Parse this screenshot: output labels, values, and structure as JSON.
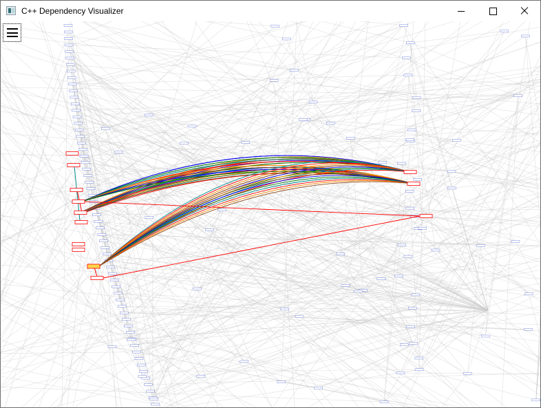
{
  "window": {
    "title": "C++ Dependency Visualizer",
    "controls": [
      "minimize-icon",
      "maximize-icon",
      "close-icon"
    ]
  },
  "menu": {
    "icon": "hamburger-menu-icon"
  },
  "colors": {
    "background_edge": "#c8c8c8",
    "node_outline": "#5a6fd6",
    "highlight_node": "#ff0000",
    "selected_node": "#ffd54a",
    "highlight_edges": [
      "#0000ee",
      "#008000",
      "#008b8b",
      "#ff0000",
      "#ff8c00",
      "#8b4513"
    ]
  },
  "graph": {
    "background_edge_count": 520,
    "node_count": 140,
    "highlighted_node_count": 11,
    "selected_node_count": 1,
    "highlighted_edge_count": 40
  }
}
